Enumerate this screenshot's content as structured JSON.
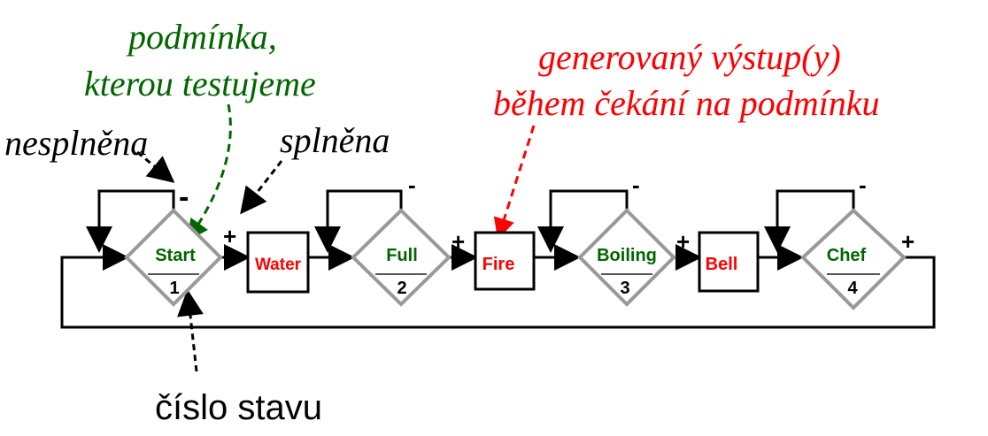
{
  "annotations": {
    "condition_line1": "podmínka,",
    "condition_line2": "kterou testujeme",
    "output_line1": "generovaný výstup(y)",
    "output_line2": "během čekání na podmínku",
    "not_met": "nesplněna",
    "met": "splněna",
    "state_number": "číslo stavu"
  },
  "states": [
    {
      "label": "Start",
      "number": "1",
      "minus": "-",
      "plus": "+"
    },
    {
      "label": "Full",
      "number": "2",
      "minus": "-",
      "plus": "+"
    },
    {
      "label": "Boiling",
      "number": "3",
      "minus": "-",
      "plus": "+"
    },
    {
      "label": "Chef",
      "number": "4",
      "minus": "-",
      "plus": "+"
    }
  ],
  "outputs": [
    {
      "label": "Water"
    },
    {
      "label": "Fire"
    },
    {
      "label": "Bell"
    }
  ],
  "colors": {
    "condition_text": "#006600",
    "output_text": "#ff0000",
    "annotation_green": "#006600",
    "annotation_red": "#ff0000",
    "diamond_stroke": "#999999",
    "line": "#000000"
  }
}
